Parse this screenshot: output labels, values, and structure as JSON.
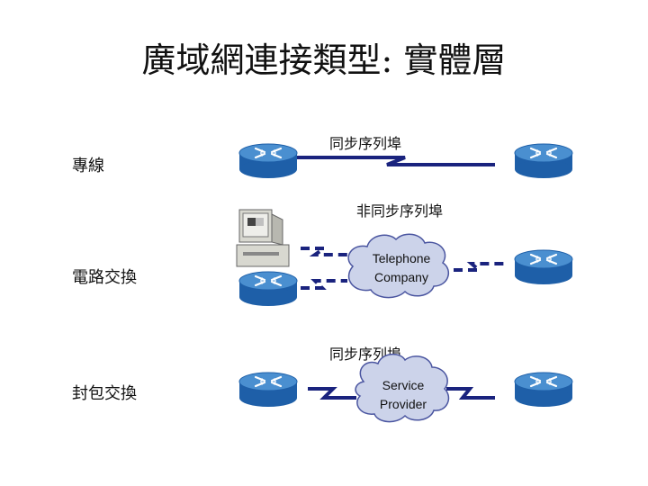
{
  "title": "廣域網連接類型: 實體層",
  "rows": {
    "leased": {
      "label": "專線",
      "link_label": "同步序列埠"
    },
    "circuit": {
      "label": "電路交換",
      "link_label": "非同步序列埠",
      "cloud": [
        "Telephone",
        "Company"
      ]
    },
    "packet": {
      "label": "封包交換",
      "link_label": "同步序列埠",
      "cloud": [
        "Service",
        "Provider"
      ]
    }
  },
  "icons": [
    "router-icon",
    "pc-icon",
    "cloud-icon"
  ],
  "colors": {
    "router_top": "#4a8fd0",
    "router_body": "#1e5fa8",
    "link": "#1a237e"
  }
}
